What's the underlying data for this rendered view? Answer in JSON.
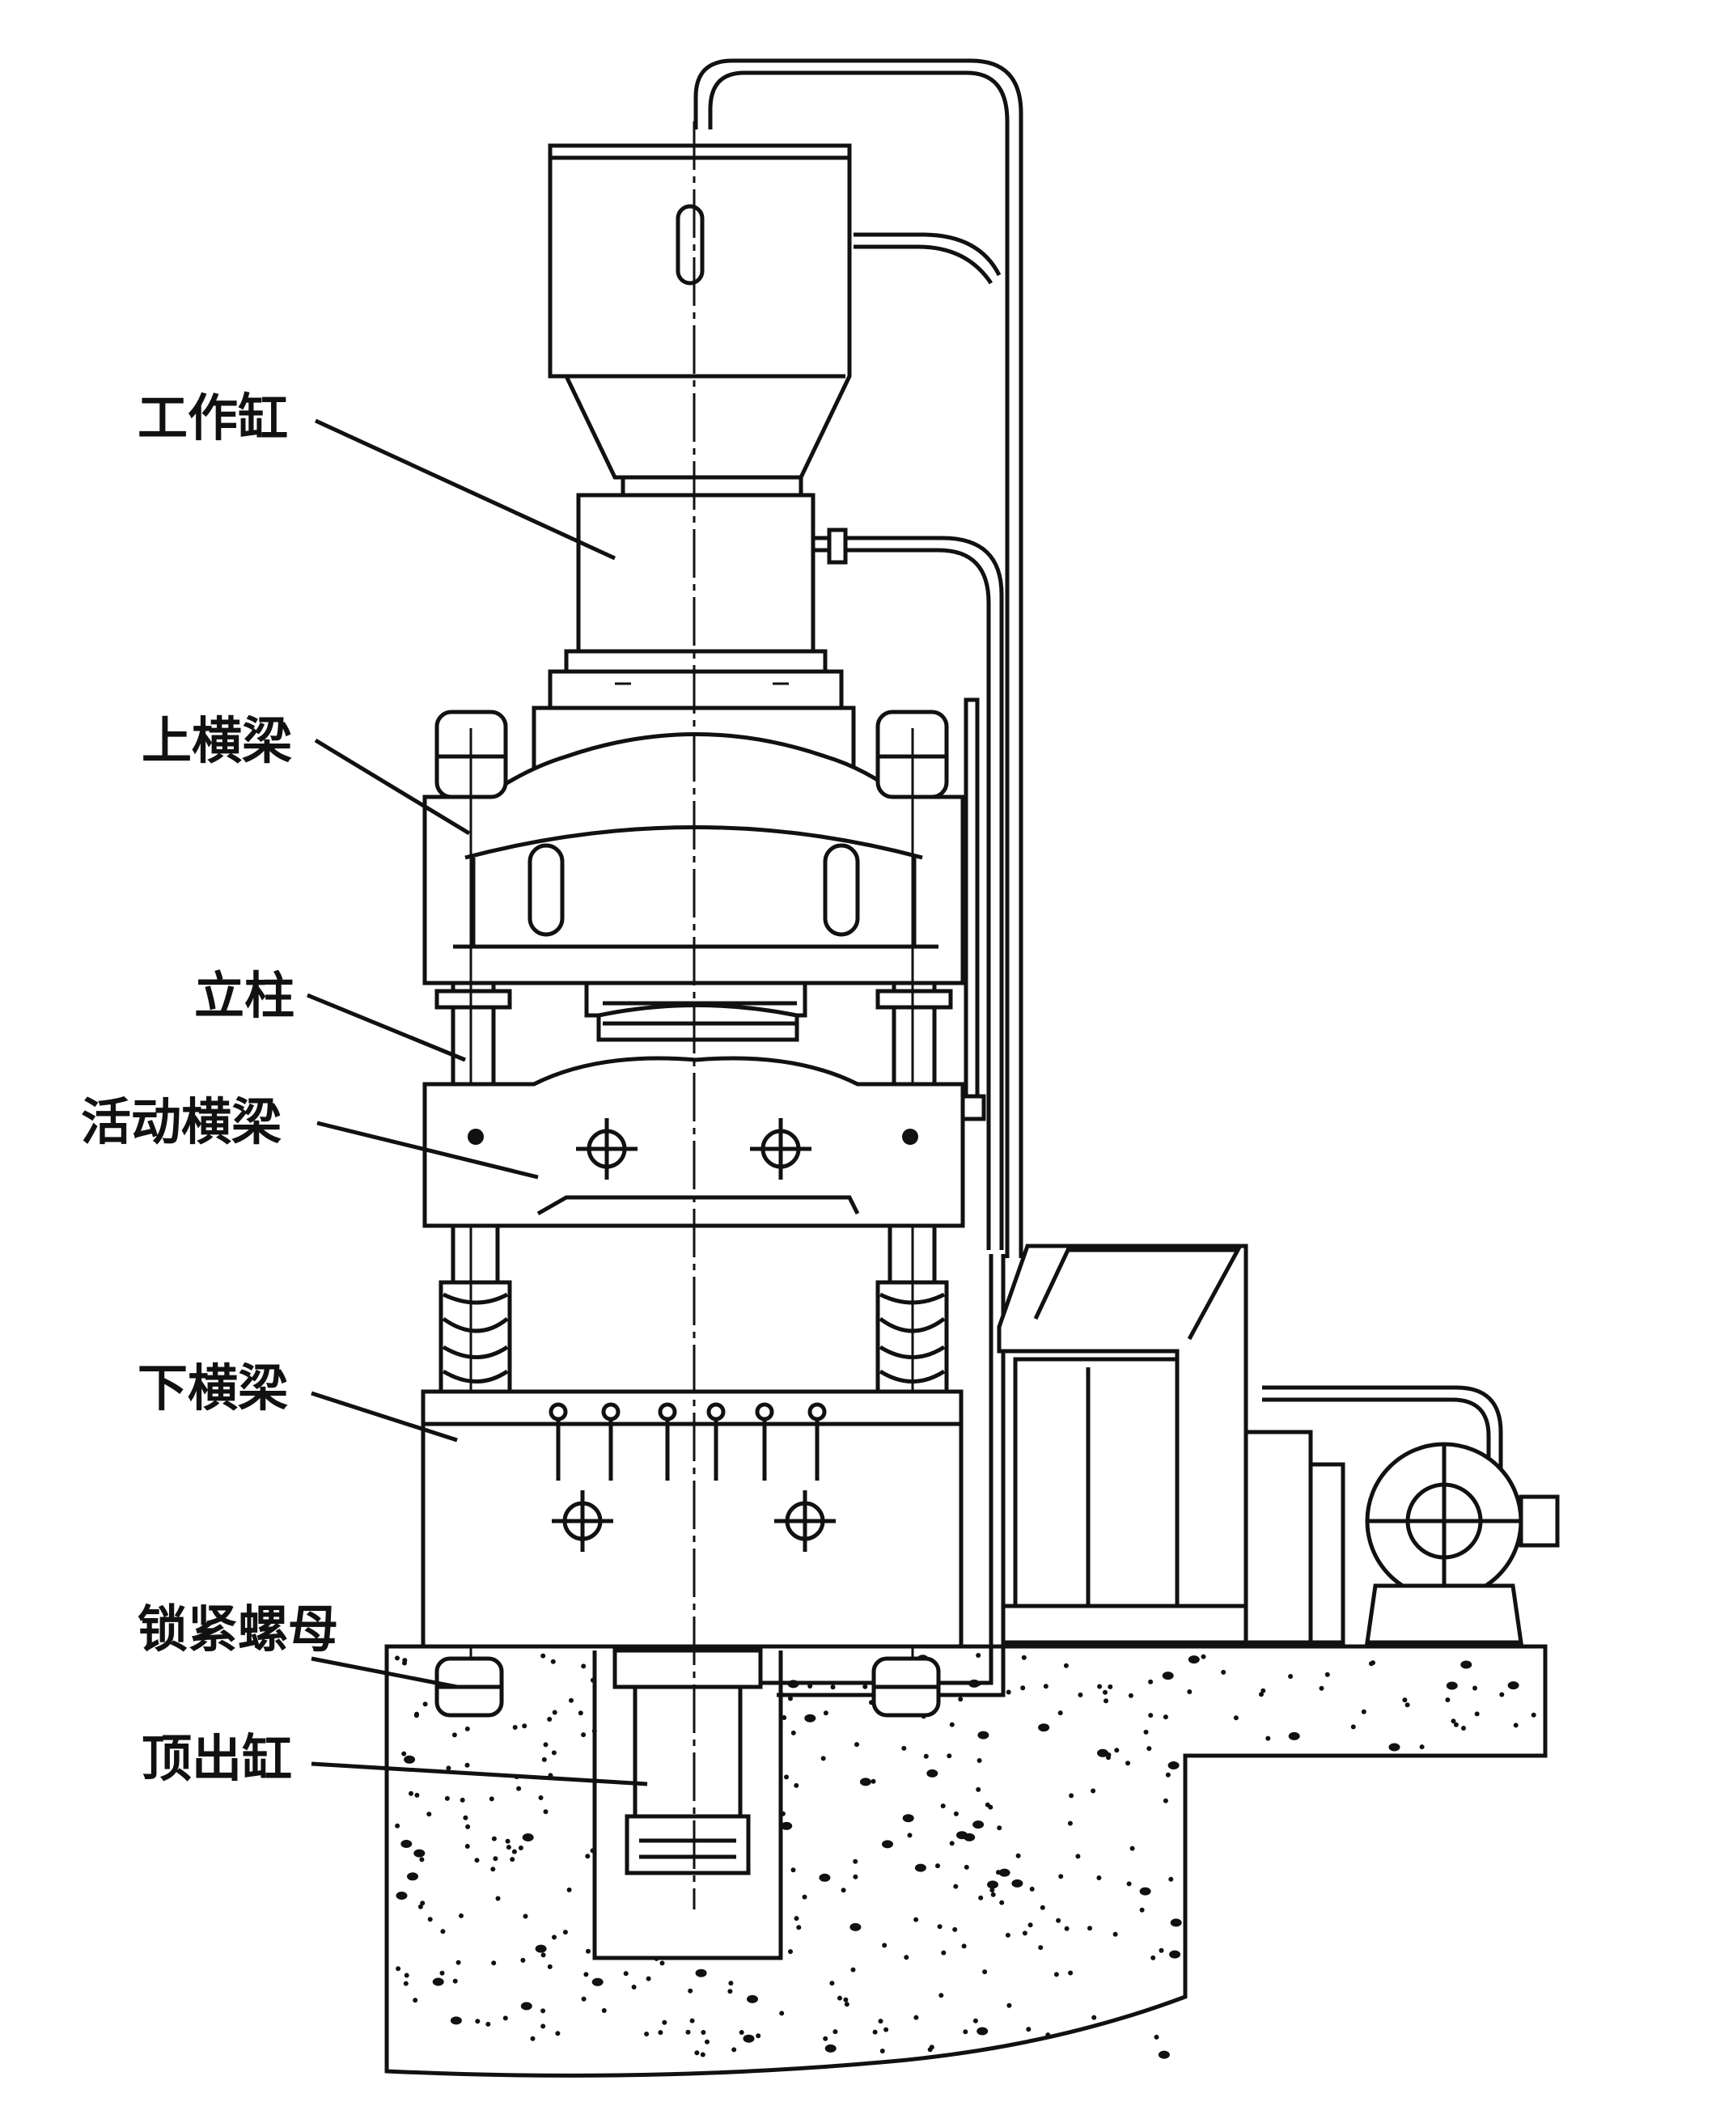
{
  "labels": {
    "working_cylinder": "工作缸",
    "upper_crossbeam": "上横梁",
    "column": "立柱",
    "movable_crossbeam": "活动横梁",
    "lower_crossbeam": "下横梁",
    "lock_nut": "锁紧螺母",
    "ejector_cylinder": "顶出缸"
  },
  "colors": {
    "ink": "#111111",
    "paper": "#ffffff"
  }
}
